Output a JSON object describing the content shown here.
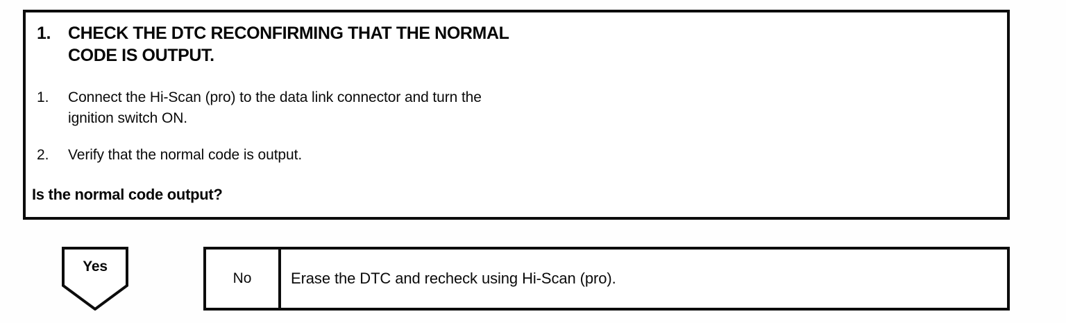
{
  "procedure": {
    "step_number": "1.",
    "title_lines": [
      "CHECK THE DTC RECONFIRMING THAT THE NORMAL",
      "CODE IS OUTPUT."
    ],
    "instructions": [
      {
        "number": "1.",
        "lines": [
          "Connect the Hi-Scan (pro) to the data link connector and turn the",
          "ignition switch ON."
        ]
      },
      {
        "number": "2.",
        "lines": [
          "Verify that the normal code is output."
        ]
      }
    ],
    "question": "Is the normal code output?"
  },
  "decision": {
    "yes_label": "Yes",
    "no_label": "No",
    "no_action": "Erase the DTC and recheck using Hi-Scan (pro)."
  },
  "colors": {
    "ink": "#0c0c0c",
    "paper": "#ffffff"
  }
}
